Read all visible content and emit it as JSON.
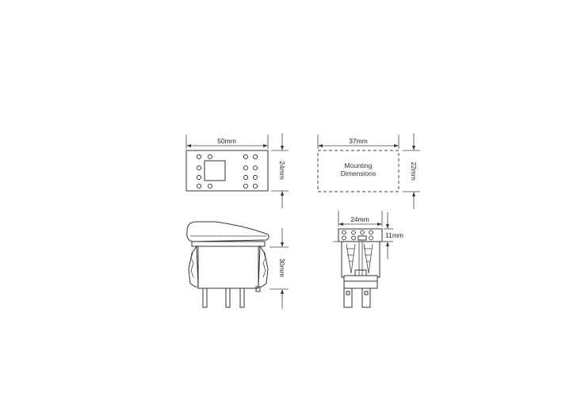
{
  "labels": {
    "front_width": "50mm",
    "front_height": "24mm",
    "mount_width": "37mm",
    "mount_height": "22mm",
    "mount_caption_line1": "Mounting",
    "mount_caption_line2": "Dimensions",
    "side_height": "30mm",
    "end_width": "24mm",
    "end_height": "11mm"
  }
}
